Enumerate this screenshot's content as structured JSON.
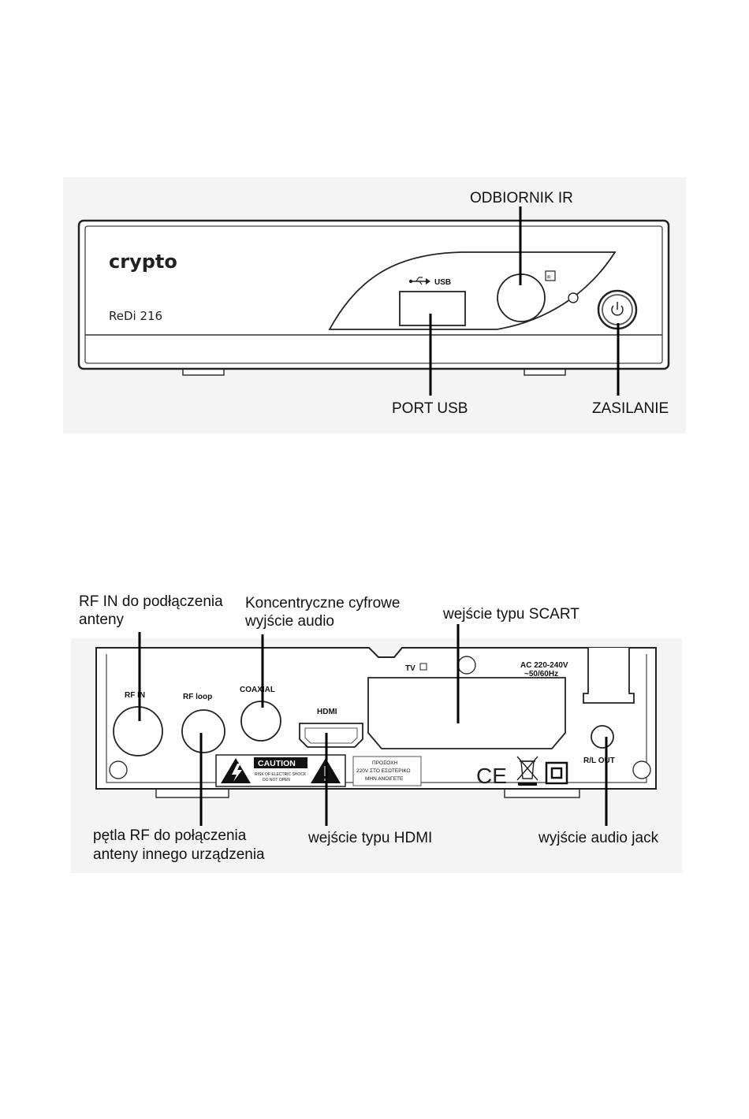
{
  "front_panel": {
    "brand": "crypto",
    "model": "ReDi 216",
    "usb_label": "USB",
    "ir_symbol": "IR",
    "callouts": {
      "ir_receiver": "ODBIORNIK IR",
      "usb_port": "PORT USB",
      "power": "ZASILANIE"
    }
  },
  "rear_panel": {
    "port_labels": {
      "rf_in": "RF IN",
      "rf_loop": "RF loop",
      "coaxial": "COAXIAL",
      "hdmi": "HDMI",
      "tv": "TV",
      "ac": "AC 220-240V",
      "ac_freq": "~50/60Hz",
      "rl_out": "R/L OUT",
      "ce_mark": "CE"
    },
    "caution_label": {
      "title": "CAUTION",
      "line1": "RISK OF ELECTRIC SHOCK",
      "line2": "DO NOT OPEN"
    },
    "greek_label": {
      "line1": "ΠΡΟΣΟΧΗ",
      "line2": "220V ΣΤΟ ΕΣΩΤΕΡΙΚΟ",
      "line3": "ΜΗΝ ΑΝΟΙΓΕΤΕ"
    },
    "callouts": {
      "rf_in_line1": "RF IN do podłączenia",
      "rf_in_line2": "anteny",
      "coaxial_line1": "Koncentryczne cyfrowe",
      "coaxial_line2": "wyjście audio",
      "scart": "wejście typu SCART",
      "rf_loop_line1": "pętla RF do połączenia",
      "rf_loop_line2": "anteny innego urządzenia",
      "hdmi": "wejście typu HDMI",
      "audio_jack": "wyjście audio jack"
    }
  }
}
